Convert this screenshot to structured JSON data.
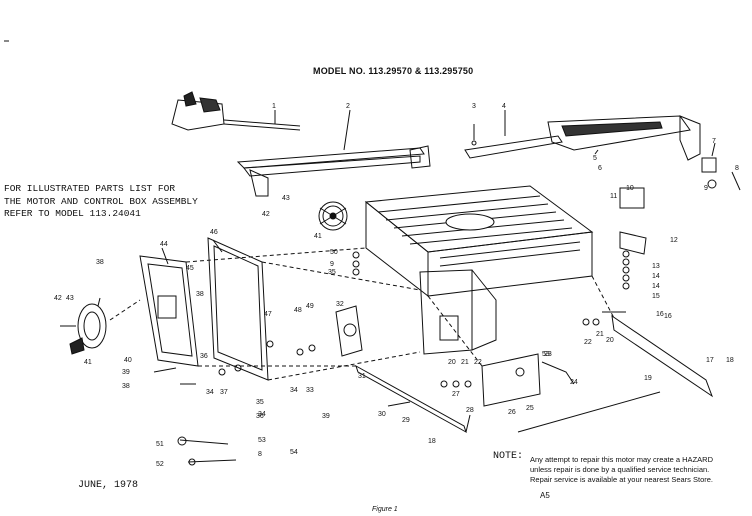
{
  "title": "MODEL NO. 113.29570 & 113.295750",
  "reference_note": "FOR ILLUSTRATED PARTS LIST FOR\nTHE MOTOR AND CONTROL BOX ASSEMBLY\nREFER TO MODEL 113.24041",
  "date": "JUNE, 1978",
  "figure_caption": "Figure 1",
  "note_label": "NOTE:",
  "note_text": "Any attempt to repair this motor may create a HAZARD\nunless repair is done by a qualified service technician.\nRepair service is available at your nearest Sears Store.",
  "page_id": "A5",
  "part_labels": [
    {
      "id": "p1",
      "text": "1"
    },
    {
      "id": "p2",
      "text": "2"
    },
    {
      "id": "p3",
      "text": "3"
    },
    {
      "id": "p4",
      "text": "4"
    },
    {
      "id": "p5",
      "text": "5"
    },
    {
      "id": "p6",
      "text": "6"
    },
    {
      "id": "p7",
      "text": "7"
    },
    {
      "id": "p8",
      "text": "8"
    },
    {
      "id": "p9",
      "text": "9"
    },
    {
      "id": "p10",
      "text": "10"
    },
    {
      "id": "p11",
      "text": "11"
    },
    {
      "id": "p12",
      "text": "12"
    },
    {
      "id": "p13",
      "text": "13"
    },
    {
      "id": "p14a",
      "text": "14"
    },
    {
      "id": "p14b",
      "text": "14"
    },
    {
      "id": "p15",
      "text": "15"
    },
    {
      "id": "p16",
      "text": "16"
    },
    {
      "id": "p17",
      "text": "17"
    },
    {
      "id": "p18",
      "text": "18"
    },
    {
      "id": "p19",
      "text": "19"
    },
    {
      "id": "p18b",
      "text": "18"
    },
    {
      "id": "p20a",
      "text": "20"
    },
    {
      "id": "p21a",
      "text": "21"
    },
    {
      "id": "p22a",
      "text": "22"
    },
    {
      "id": "p20b",
      "text": "20"
    },
    {
      "id": "p21b",
      "text": "21"
    },
    {
      "id": "p22b",
      "text": "22"
    },
    {
      "id": "p23",
      "text": "23"
    },
    {
      "id": "p24",
      "text": "24"
    },
    {
      "id": "p25",
      "text": "25"
    },
    {
      "id": "p26",
      "text": "26"
    },
    {
      "id": "p27",
      "text": "27"
    },
    {
      "id": "p28",
      "text": "28"
    },
    {
      "id": "p29",
      "text": "29"
    },
    {
      "id": "p30",
      "text": "30"
    },
    {
      "id": "p31",
      "text": "31"
    },
    {
      "id": "p32",
      "text": "32"
    },
    {
      "id": "p33",
      "text": "33"
    },
    {
      "id": "p34a",
      "text": "34"
    },
    {
      "id": "p34b",
      "text": "34"
    },
    {
      "id": "p34c",
      "text": "34"
    },
    {
      "id": "p35a",
      "text": "35"
    },
    {
      "id": "p35b",
      "text": "35"
    },
    {
      "id": "p36",
      "text": "36"
    },
    {
      "id": "p37",
      "text": "37"
    },
    {
      "id": "p38a",
      "text": "38"
    },
    {
      "id": "p38b",
      "text": "38"
    },
    {
      "id": "p38c",
      "text": "38"
    },
    {
      "id": "p39a",
      "text": "39"
    },
    {
      "id": "p39b",
      "text": "39"
    },
    {
      "id": "p40",
      "text": "40"
    },
    {
      "id": "p41a",
      "text": "41"
    },
    {
      "id": "p41b",
      "text": "41"
    },
    {
      "id": "p42a",
      "text": "42"
    },
    {
      "id": "p42b",
      "text": "42"
    },
    {
      "id": "p43a",
      "text": "43"
    },
    {
      "id": "p43b",
      "text": "43"
    },
    {
      "id": "p44",
      "text": "44"
    },
    {
      "id": "p45",
      "text": "45"
    },
    {
      "id": "p46",
      "text": "46"
    },
    {
      "id": "p47",
      "text": "47"
    },
    {
      "id": "p48",
      "text": "48"
    },
    {
      "id": "p49",
      "text": "49"
    },
    {
      "id": "p50",
      "text": "50"
    },
    {
      "id": "p51",
      "text": "51"
    },
    {
      "id": "p52",
      "text": "52"
    },
    {
      "id": "p53a",
      "text": "53"
    },
    {
      "id": "p53b",
      "text": "53"
    },
    {
      "id": "p54",
      "text": "54"
    },
    {
      "id": "p8b",
      "text": "8"
    },
    {
      "id": "p9b",
      "text": "9"
    },
    {
      "id": "p16b",
      "text": "16"
    },
    {
      "id": "p36b",
      "text": "36"
    }
  ]
}
